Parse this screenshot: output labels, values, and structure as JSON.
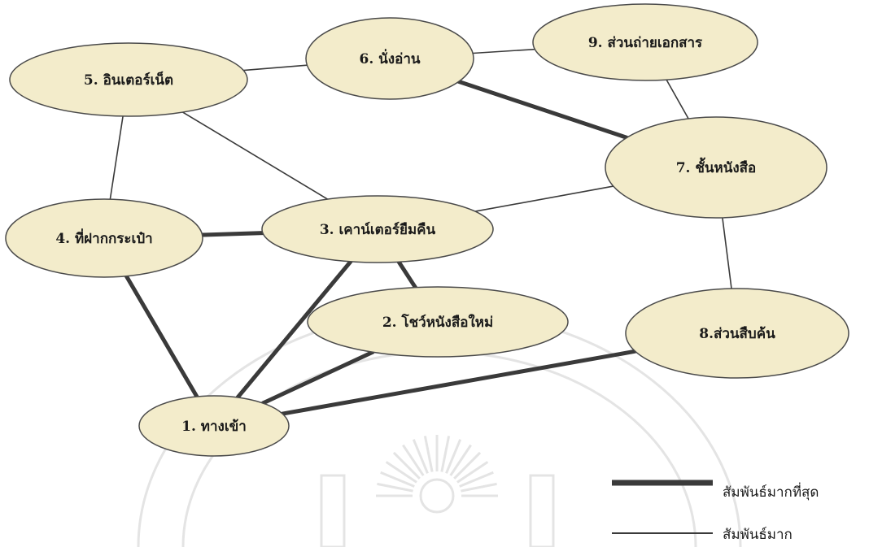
{
  "colors": {
    "node_fill": "#f3eccb",
    "node_stroke": "#4a4a4a",
    "edge": "#3a3a3a",
    "watermark": "#e4e4e4"
  },
  "nodes": [
    {
      "id": "n1",
      "label": "1. ทางเข้า"
    },
    {
      "id": "n2",
      "label": "2. โชว์หนังสือใหม่"
    },
    {
      "id": "n3",
      "label": "3. เคาน์เตอร์ยืมคืน"
    },
    {
      "id": "n4",
      "label": "4. ที่ฝากกระเป๋า"
    },
    {
      "id": "n5",
      "label": "5. อินเตอร์เน็ต"
    },
    {
      "id": "n6",
      "label": "6. นั่งอ่าน"
    },
    {
      "id": "n7",
      "label": "7. ชั้นหนังสือ"
    },
    {
      "id": "n8",
      "label": "8.ส่วนสืบค้น"
    },
    {
      "id": "n9",
      "label": "9. ส่วนถ่ายเอกสาร"
    }
  ],
  "edges": [
    {
      "from": "n1",
      "to": "n4",
      "strength": "strongest"
    },
    {
      "from": "n1",
      "to": "n3",
      "strength": "strongest"
    },
    {
      "from": "n1",
      "to": "n2",
      "strength": "strongest"
    },
    {
      "from": "n1",
      "to": "n8",
      "strength": "strongest"
    },
    {
      "from": "n4",
      "to": "n3",
      "strength": "strongest"
    },
    {
      "from": "n3",
      "to": "n2",
      "strength": "strongest"
    },
    {
      "from": "n6",
      "to": "n7",
      "strength": "strongest"
    },
    {
      "from": "n5",
      "to": "n6",
      "strength": "strong"
    },
    {
      "from": "n5",
      "to": "n4",
      "strength": "strong"
    },
    {
      "from": "n5",
      "to": "n3",
      "strength": "strong"
    },
    {
      "from": "n6",
      "to": "n9",
      "strength": "strong"
    },
    {
      "from": "n9",
      "to": "n7",
      "strength": "strong"
    },
    {
      "from": "n7",
      "to": "n3",
      "strength": "strong"
    },
    {
      "from": "n7",
      "to": "n8",
      "strength": "strong"
    }
  ],
  "legend": {
    "strongest_label": "สัมพันธ์มากที่สุด",
    "strong_label": "สัมพันธ์มาก"
  }
}
